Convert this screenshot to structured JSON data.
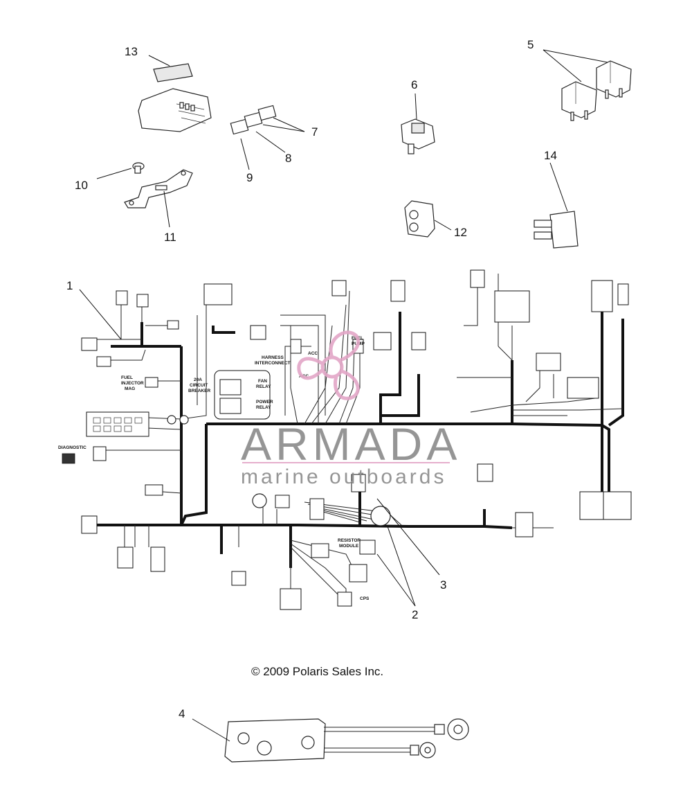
{
  "callouts": {
    "c1": "1",
    "c2": "2",
    "c3": "3",
    "c4": "4",
    "c5": "5",
    "c6": "6",
    "c7": "7",
    "c8": "8",
    "c9": "9",
    "c10": "10",
    "c11": "11",
    "c12": "12",
    "c13": "13",
    "c14": "14"
  },
  "harness_labels": {
    "fuel_injector": "FUEL",
    "fuel_injector_2": "INJECTOR",
    "fuel_injector_3": "MAG",
    "circuit_breaker_1": "20A",
    "circuit_breaker_2": "CIRCUIT",
    "circuit_breaker_3": "BREAKER",
    "diagnostic": "DIAGNOSTIC",
    "harness_interconnect_1": "HARNESS",
    "harness_interconnect_2": "INTERCONNECT",
    "acc_1": "ACC",
    "acc_2": "ACC",
    "fuel_pump_1": "FUEL",
    "fuel_pump_2": "PUMP",
    "fan_relay_1": "FAN",
    "fan_relay_2": "RELAY",
    "power_relay_1": "POWER",
    "power_relay_2": "RELAY",
    "resistor_module_1": "RESISTOR",
    "resistor_module_2": "MODULE",
    "cps": "CPS"
  },
  "watermark": {
    "title": "ARMADA",
    "subtitle": "marine outboards"
  },
  "copyright": "© 2009 Polaris Sales Inc."
}
